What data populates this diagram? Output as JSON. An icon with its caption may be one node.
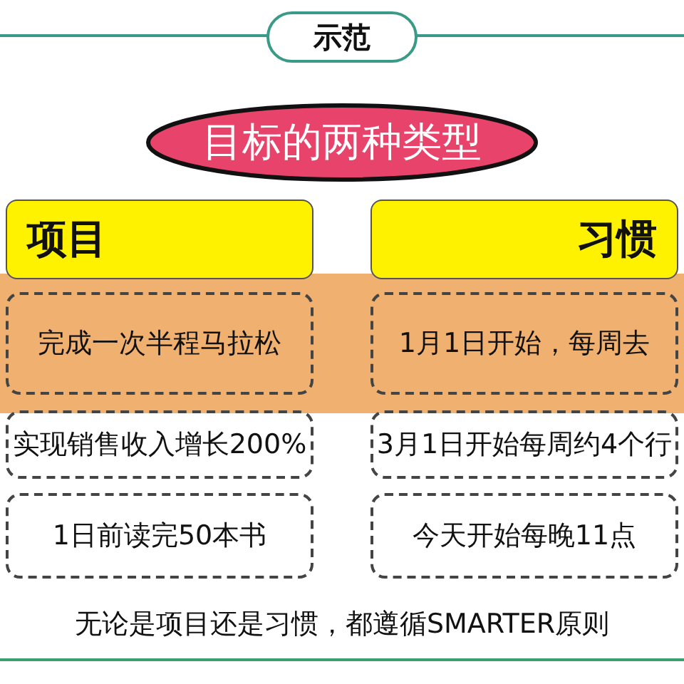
{
  "diagram": {
    "nodes": [
      {
        "text": [
          "示范"
        ]
      },
      {
        "text": [
          "目标的两种类型"
        ]
      },
      {
        "text": [
          "项目"
        ]
      },
      {
        "text": [
          "习惯"
        ]
      },
      {
        "text": [
          "完成一次半程马拉松"
        ]
      },
      {
        "text": [
          "实现销售收入增长200%"
        ]
      },
      {
        "text": [
          "1日前读完50本书"
        ]
      },
      {
        "text": [
          "1月1日开始，每周去"
        ]
      },
      {
        "text": [
          "3月1日开始每周约4个行"
        ]
      },
      {
        "text": [
          "今天开始每晚11点"
        ]
      }
    ],
    "labels": [
      "无论是项目还是习惯，都遵循SMARTER原则"
    ]
  }
}
